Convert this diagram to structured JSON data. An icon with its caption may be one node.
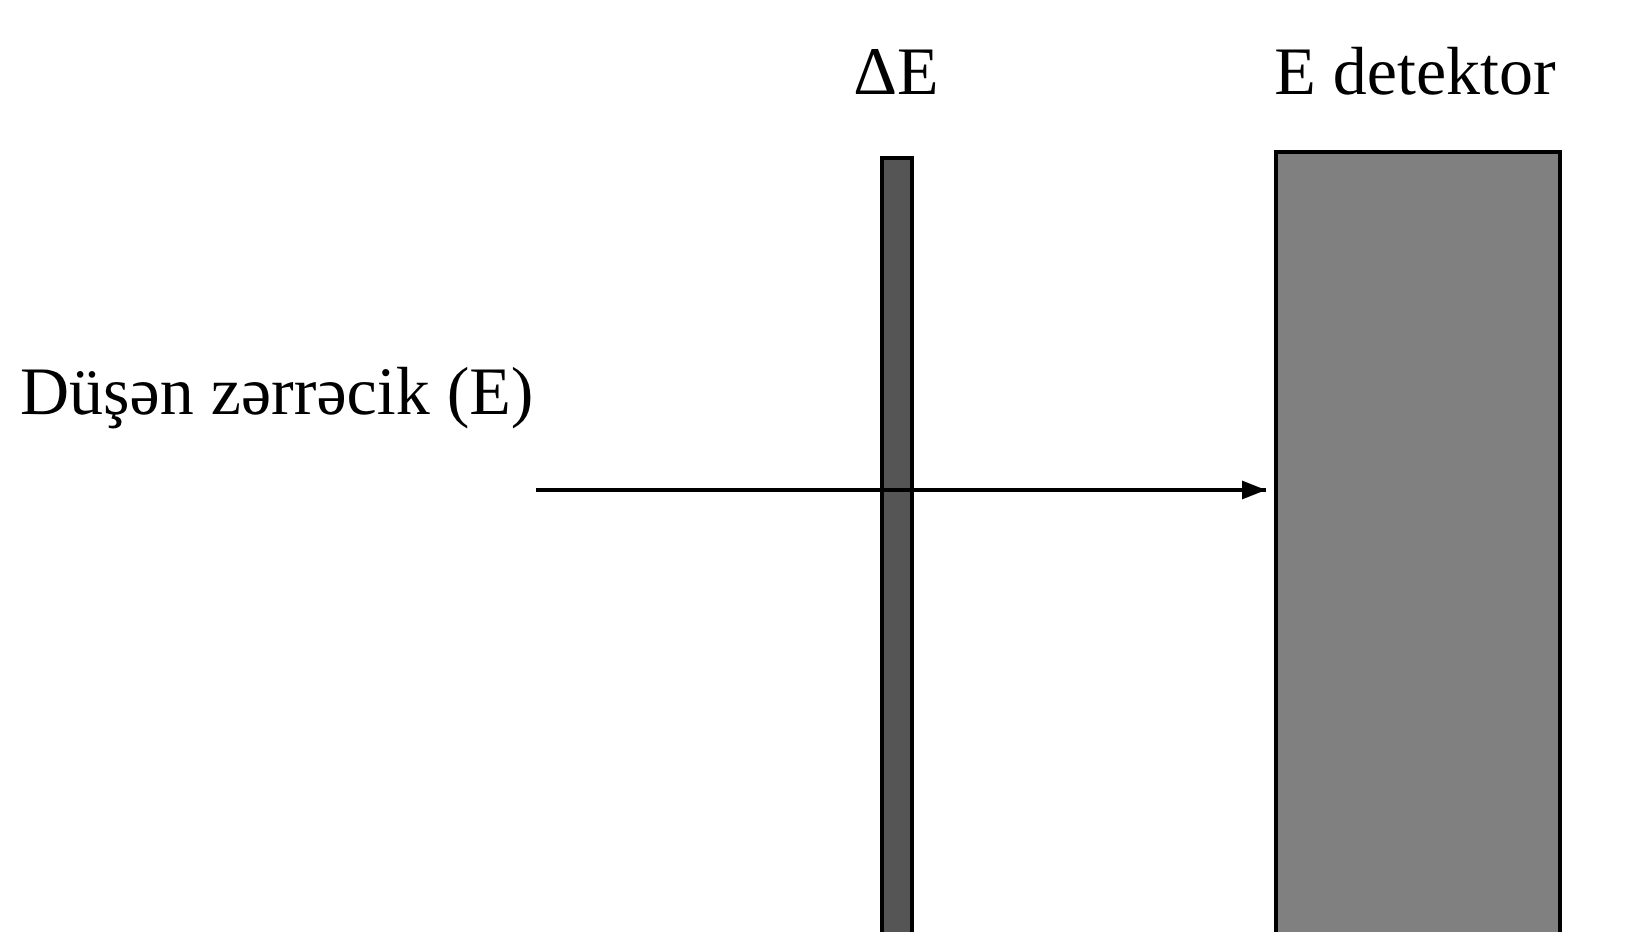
{
  "diagram": {
    "nodes": [
      {
        "text": [
          "ΔE"
        ]
      },
      {
        "text": [
          "E detektor"
        ]
      }
    ],
    "edges": [
      {
        "from": null,
        "to": 0,
        "arrow": "none"
      },
      {
        "from": 0,
        "to": 1,
        "arrow": "to"
      }
    ],
    "labels": [
      "Düşən zərrəcik (E)"
    ]
  }
}
